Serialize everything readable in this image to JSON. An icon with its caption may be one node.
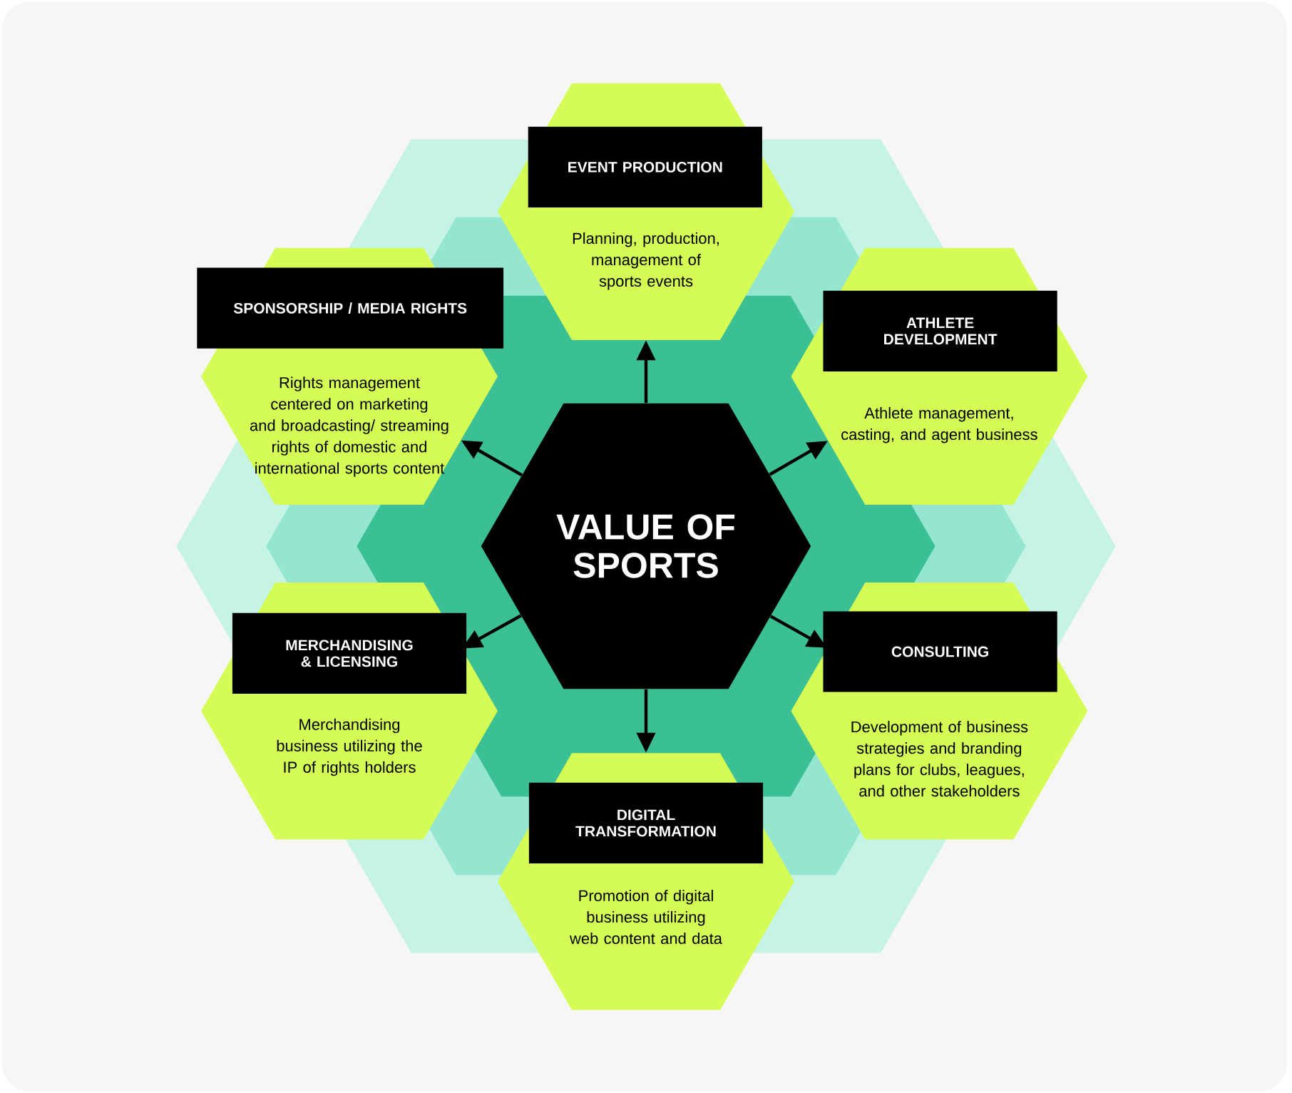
{
  "diagram": {
    "nodes": [
      {
        "text": [
          "VALUE OF SPORTS"
        ]
      },
      {
        "text": [
          "EVENT PRODUCTION",
          "Planning, production, management of sports events"
        ]
      },
      {
        "text": [
          "SPONSORSHIP / MEDIA RIGHTS",
          "Rights management centered on marketing and broadcasting/ streaming rights of domestic and international sports content"
        ]
      },
      {
        "text": [
          "ATHLETE DEVELOPMENT",
          "Athlete management, casting, and agent business"
        ]
      },
      {
        "text": [
          "MERCHANDISING & LICENSING",
          "Merchandising business utilizing the IP of rights holders"
        ]
      },
      {
        "text": [
          "CONSULTING",
          "Development of business strategies and branding plans for clubs, leagues, and other stakeholders"
        ]
      },
      {
        "text": [
          "DIGITAL TRANSFORMATION",
          "Promotion of digital business utilizing web content and data"
        ]
      }
    ],
    "edges": [
      {
        "from": 0,
        "to": 1,
        "arrow": "to"
      },
      {
        "from": 0,
        "to": 2,
        "arrow": "to"
      },
      {
        "from": 0,
        "to": 3,
        "arrow": "to"
      },
      {
        "from": 0,
        "to": 4,
        "arrow": "to"
      },
      {
        "from": 0,
        "to": 5,
        "arrow": "to"
      },
      {
        "from": 0,
        "to": 6,
        "arrow": "to"
      }
    ]
  }
}
